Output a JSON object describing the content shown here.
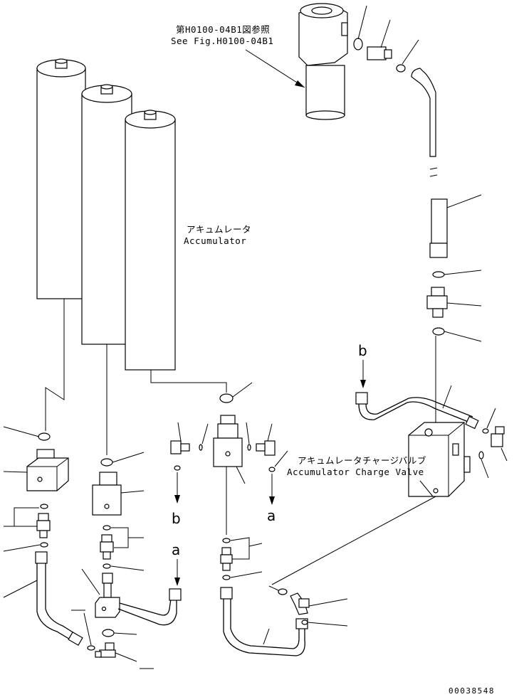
{
  "filter_reference": {
    "jp": "第H0100-04B1図参照",
    "en": "See Fig.H0100-04B1"
  },
  "accumulator": {
    "jp": "アキュムレータ",
    "en": "Accumulator"
  },
  "charge_valve": {
    "jp": "アキュムレータチャージバルブ",
    "en": "Accumulator Charge Valve"
  },
  "connection_marks": {
    "a": "a",
    "b": "b"
  },
  "drawing_number": "00038548"
}
